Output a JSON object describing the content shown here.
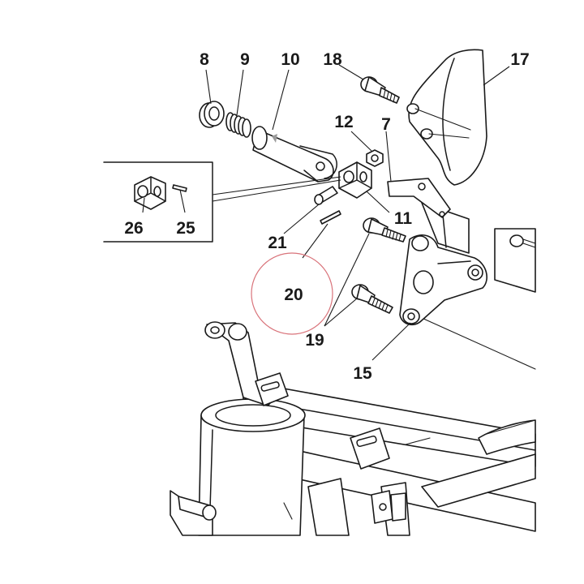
{
  "callouts": {
    "n7": "7",
    "n8": "8",
    "n9": "9",
    "n10": "10",
    "n11": "11",
    "n12": "12",
    "n15": "15",
    "n17": "17",
    "n18": "18",
    "n19": "19",
    "n20": "20",
    "n21": "21",
    "n25": "25",
    "n26": "26"
  },
  "highlight": {
    "color": "#d9737a"
  }
}
